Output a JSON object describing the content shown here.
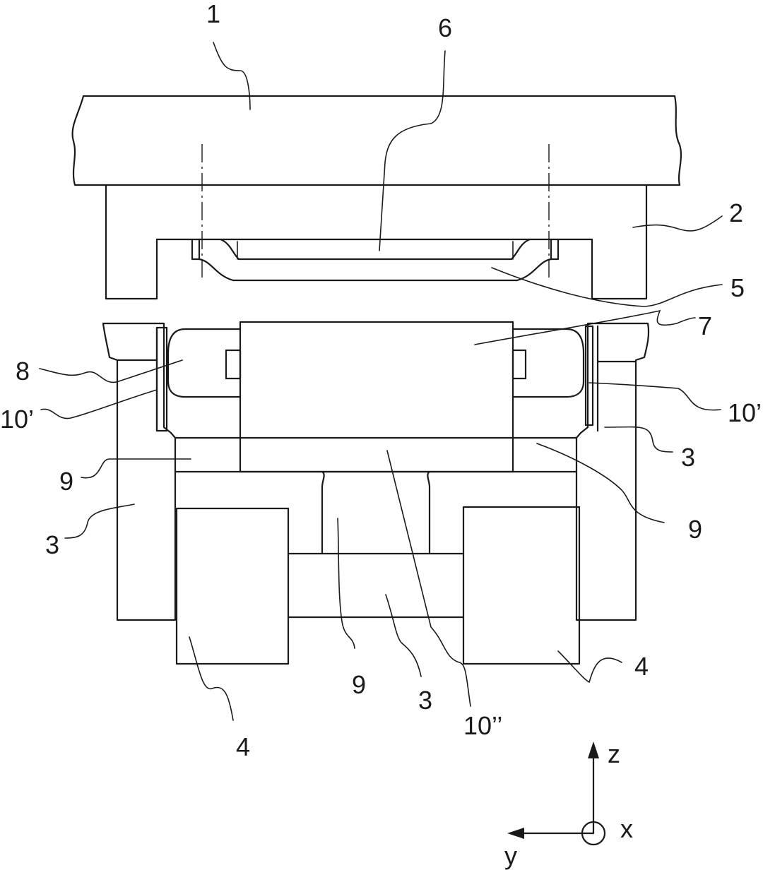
{
  "labels": {
    "l1": "1",
    "l2": "2",
    "l3a": "3",
    "l3b": "3",
    "l3c": "3",
    "l4a": "4",
    "l4b": "4",
    "l5": "5",
    "l6": "6",
    "l7": "7",
    "l8": "8",
    "l9a": "9",
    "l9b": "9",
    "l9c": "9",
    "l10a": "10’",
    "l10b": "10’",
    "l10c": "10’’"
  },
  "axes": {
    "z": "z",
    "y": "y",
    "x": "x"
  }
}
